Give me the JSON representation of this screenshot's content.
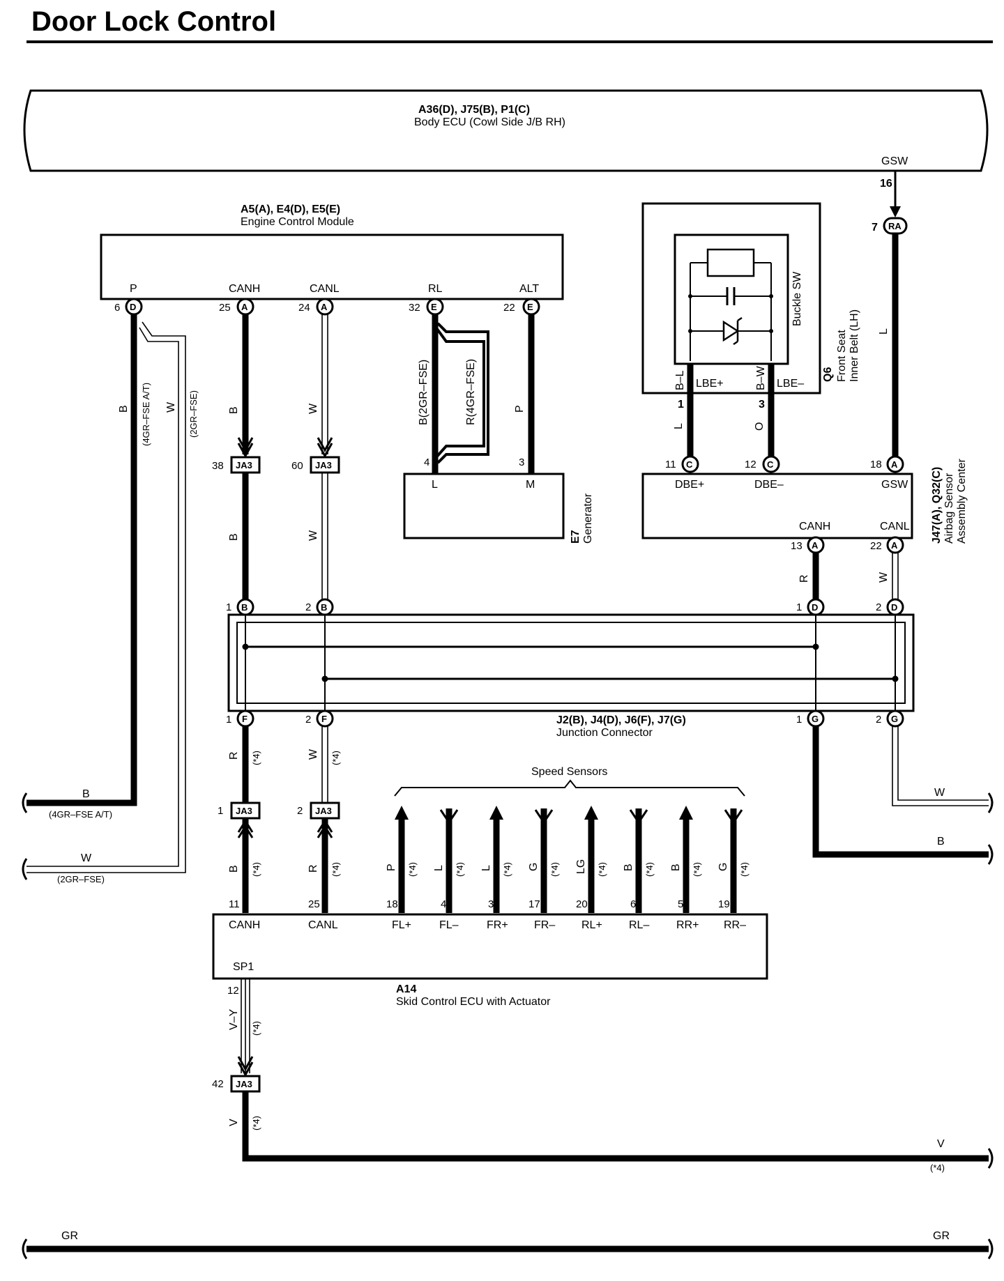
{
  "title": "Door Lock Control",
  "body_ecu": {
    "code": "A36(D), J75(B), P1(C)",
    "name": "Body ECU (Cowl Side J/B RH)",
    "term": "GSW",
    "pin": "16"
  },
  "ecm": {
    "code": "A5(A), E4(D), E5(E)",
    "name": "Engine Control Module",
    "terms": [
      {
        "label": "P",
        "pin": "6",
        "conn": "D"
      },
      {
        "label": "CANH",
        "pin": "25",
        "conn": "A"
      },
      {
        "label": "CANL",
        "pin": "24",
        "conn": "A"
      },
      {
        "label": "RL",
        "pin": "32",
        "conn": "E"
      },
      {
        "label": "ALT",
        "pin": "22",
        "conn": "E"
      }
    ]
  },
  "buckle": {
    "code": "Q6",
    "name1": "Front Seat",
    "name2": "Inner Belt (LH)",
    "sw": "Buckle SW",
    "pin1": "1",
    "pin3": "3",
    "wire1": "B–L",
    "wire2": "B–W",
    "term1": "LBE+",
    "term2": "LBE–"
  },
  "ra": {
    "pin": "7",
    "conn": "RA",
    "wire": "L"
  },
  "generator": {
    "code": "E7",
    "name": "Generator",
    "term_l": "L",
    "term_m": "M",
    "pin_l": "4",
    "pin_m": "3"
  },
  "airbag": {
    "code": "J47(A), Q32(C)",
    "name1": "Airbag Sensor",
    "name2": "Assembly Center",
    "terms_top": [
      {
        "label": "DBE+",
        "pin": "11",
        "conn": "C"
      },
      {
        "label": "DBE–",
        "pin": "12",
        "conn": "C"
      },
      {
        "label": "GSW",
        "pin": "18",
        "conn": "A"
      }
    ],
    "terms_bottom": [
      {
        "label": "CANH",
        "pin": "13",
        "conn": "A"
      },
      {
        "label": "CANL",
        "pin": "22",
        "conn": "A"
      }
    ]
  },
  "junction": {
    "code": "J2(B), J4(D), J6(F), J7(G)",
    "name": "Junction Connector",
    "pins": [
      {
        "pin": "1",
        "conn": "B"
      },
      {
        "pin": "2",
        "conn": "B"
      },
      {
        "pin": "1",
        "conn": "D"
      },
      {
        "pin": "2",
        "conn": "D"
      },
      {
        "pin": "1",
        "conn": "F"
      },
      {
        "pin": "2",
        "conn": "F"
      },
      {
        "pin": "1",
        "conn": "G"
      },
      {
        "pin": "2",
        "conn": "G"
      }
    ]
  },
  "ja3": {
    "label": "JA3",
    "pins": [
      "38",
      "60",
      "1",
      "2",
      "42"
    ]
  },
  "wires": {
    "b": "B",
    "w": "W",
    "r": "R",
    "p": "P",
    "l": "L",
    "o": "O",
    "v": "V",
    "gr": "GR",
    "vy": "V–Y",
    "note4": "(*4)",
    "ecm_p_note": "(4GR–FSE A/T)",
    "ecm_w_note": "(2GR–FSE)",
    "rl_b": "B(2GR–FSE)",
    "rl_r": "R(4GR–FSE)",
    "left_b": "B",
    "left_b_note": "(4GR–FSE A/T)",
    "left_w": "W",
    "left_w_note": "(2GR–FSE)",
    "right_w": "W",
    "right_b": "B",
    "v_right": "V",
    "v_right_note": "(*4)",
    "gr_left": "GR",
    "gr_right": "GR"
  },
  "speed": {
    "label": "Speed Sensors",
    "wires": [
      "P",
      "L",
      "L",
      "G",
      "LG",
      "B",
      "B",
      "G"
    ],
    "pins": [
      "18",
      "4",
      "3",
      "17",
      "20",
      "6",
      "5",
      "19"
    ],
    "terms": [
      "FL+",
      "FL–",
      "FR+",
      "FR–",
      "RL+",
      "RL–",
      "RR+",
      "RR–"
    ]
  },
  "skid": {
    "code": "A14",
    "name": "Skid Control ECU with Actuator",
    "canh": "CANH",
    "canl": "CANL",
    "canh_pin": "11",
    "canl_pin": "25",
    "sp1": "SP1",
    "sp1_pin": "12"
  }
}
